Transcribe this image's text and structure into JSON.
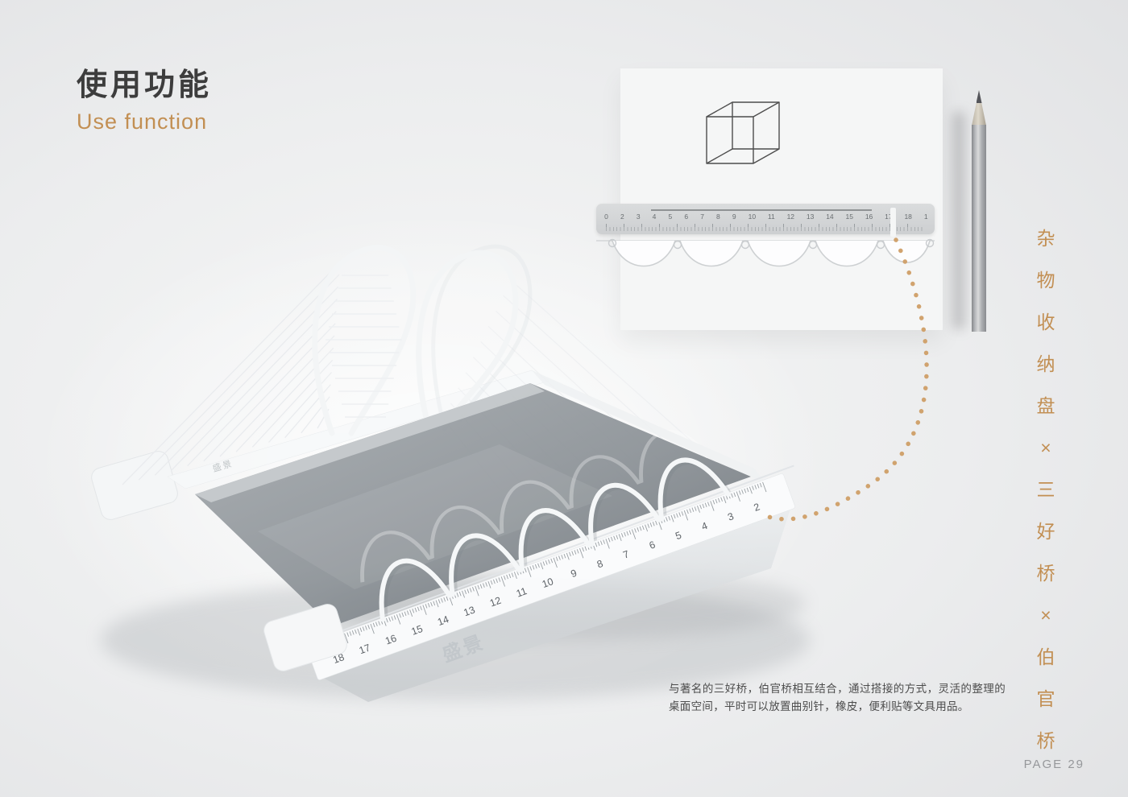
{
  "header": {
    "title_cn": "使用功能",
    "title_en": "Use function"
  },
  "vertical_label": {
    "chars": [
      "杂",
      "物",
      "收",
      "纳",
      "盘",
      "×",
      "三",
      "好",
      "桥",
      "×",
      "伯",
      "官",
      "桥"
    ]
  },
  "diagram_panel": {
    "ruler_numbers": [
      "0",
      "2",
      "3",
      "4",
      "5",
      "6",
      "7",
      "8",
      "9",
      "10",
      "11",
      "12",
      "13",
      "14",
      "15",
      "16",
      "17",
      "18",
      "1"
    ]
  },
  "product": {
    "ruler_numbers": [
      "18",
      "17",
      "16",
      "15",
      "14",
      "13",
      "12",
      "11",
      "10",
      "9",
      "8",
      "7",
      "6",
      "5",
      "4",
      "3",
      "2"
    ],
    "logo_text": "盛景"
  },
  "description": {
    "text": "与著名的三好桥，伯官桥相互结合，通过搭接的方式，灵活的整理的桌面空间，平时可以放置曲别针，橡皮，便利贴等文具用品。"
  },
  "footer": {
    "page_label": "PAGE 29"
  },
  "colors": {
    "accent": "#c28f53",
    "dots": "#cf9e66",
    "title": "#3d3d3d",
    "page_bg": "#ecedee"
  }
}
